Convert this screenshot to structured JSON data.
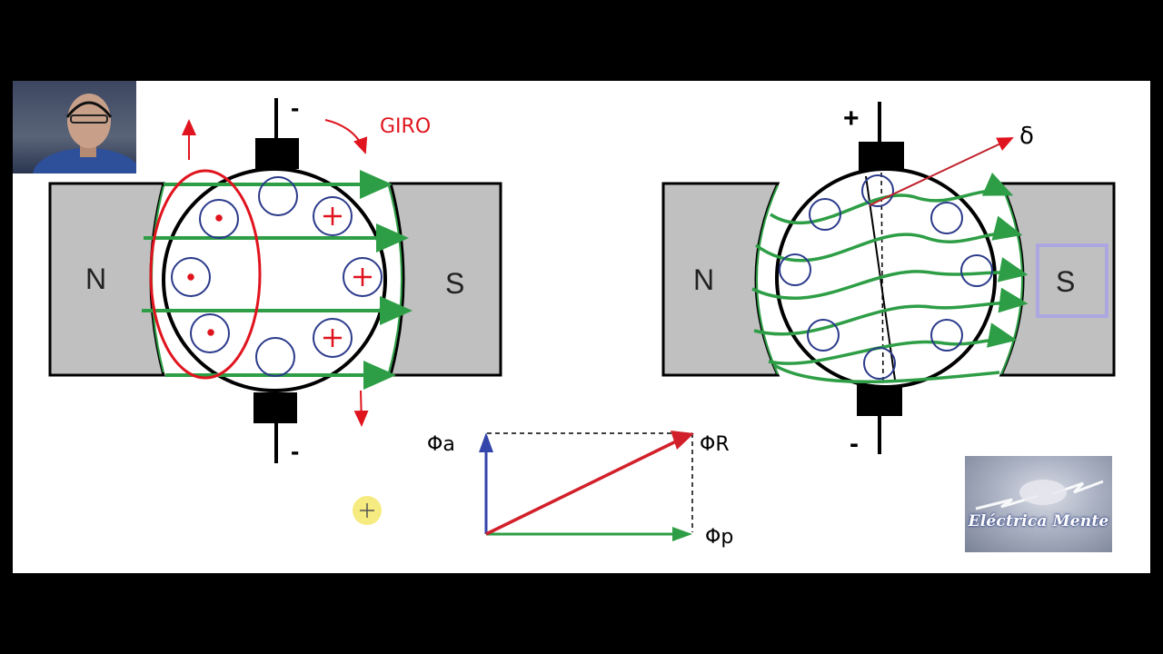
{
  "left_motor": {
    "north_label": "N",
    "south_label": "S",
    "top_terminal": "-",
    "bottom_terminal": "-",
    "rotation_note": "GIRO"
  },
  "right_motor": {
    "north_label": "N",
    "south_label": "S",
    "top_terminal": "+",
    "bottom_terminal": "-",
    "angle_symbol": "δ"
  },
  "vector_diagram": {
    "armature_flux_label": "Φa",
    "resultant_flux_label": "ΦR",
    "pole_flux_label": "Φp"
  },
  "logo": {
    "text": "Eléctrica Mente"
  },
  "colors": {
    "field_lines": "#2e9e46",
    "annotation": "#e0141e",
    "conductor": "#2b3a8a",
    "pole": "#c0c0c0",
    "armature_vector": "#3344aa"
  }
}
